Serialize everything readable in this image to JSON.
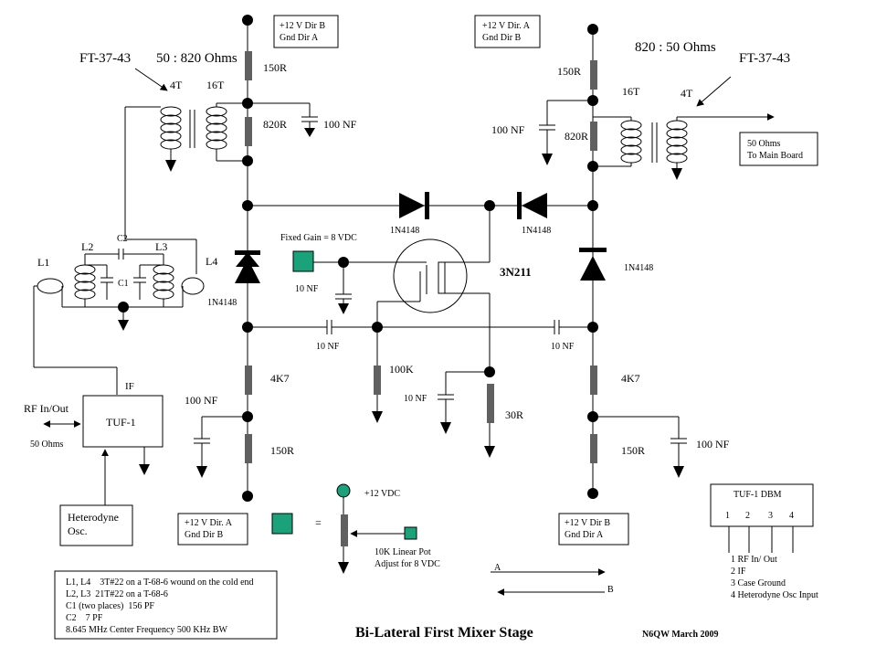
{
  "title": "Bi-Lateral First Mixer Stage",
  "author": "N6QW March 2009",
  "left_transformer": {
    "core": "FT-37-43",
    "ratio": "50 : 820 Ohms",
    "primary": "4T",
    "secondary": "16T"
  },
  "right_transformer": {
    "core": "FT-37-43",
    "ratio": "820 : 50 Ohms",
    "primary": "4T",
    "secondary": "16T"
  },
  "supply_boxes": {
    "top_left": [
      "+12 V Dir B",
      "Gnd Dir A"
    ],
    "top_right": [
      "+12 V Dir. A",
      "Gnd Dir B"
    ],
    "bottom_left": [
      "+12 V Dir. A",
      "Gnd Dir B"
    ],
    "bottom_right": [
      "+12 V Dir B",
      "Gnd Dir A"
    ]
  },
  "parts": {
    "r150": "150R",
    "r820": "820R",
    "c100nf": "100 NF",
    "diode": "1N4148",
    "r4k7": "4K7",
    "r100k": "100K",
    "r30r": "30R",
    "c10nf": "10 NF",
    "fet": "3N211",
    "fixed_gain": "Fixed Gain = 8 VDC",
    "l1": "L1",
    "l2": "L2",
    "l3": "L3",
    "l4": "L4",
    "c1": "C1",
    "c2": "C2"
  },
  "board_out": [
    "50 Ohms",
    "To Main Board"
  ],
  "tuf": {
    "label": "TUF-1",
    "if": "IF",
    "rf": "RF In/Out",
    "ohms": "50 Ohms",
    "osc": [
      "Heterodyne",
      "Osc."
    ]
  },
  "pot": {
    "supply": "+12 VDC",
    "equals": "=",
    "desc": [
      "10K Linear Pot",
      "Adjust for 8 VDC"
    ]
  },
  "direction": {
    "a": "A",
    "b": "B"
  },
  "tuf_dbm": {
    "title": "TUF-1 DBM",
    "pins": [
      "1",
      "2",
      "3",
      "4"
    ],
    "legend": [
      "1   RF In/ Out",
      "2   IF",
      "3   Case Ground",
      "4   Heterodyne Osc Input"
    ]
  },
  "notes": [
    "L1, L4    3T#22 on a T-68-6 wound on the cold end",
    "L2, L3  21T#22 on a T-68-6",
    "C1 (two places)  156 PF",
    "C2    7 PF",
    "8.645 MHz Center Frequency 500 KHz BW"
  ],
  "colors": {
    "teal": "#1aa37a",
    "resistor": "#606060"
  }
}
